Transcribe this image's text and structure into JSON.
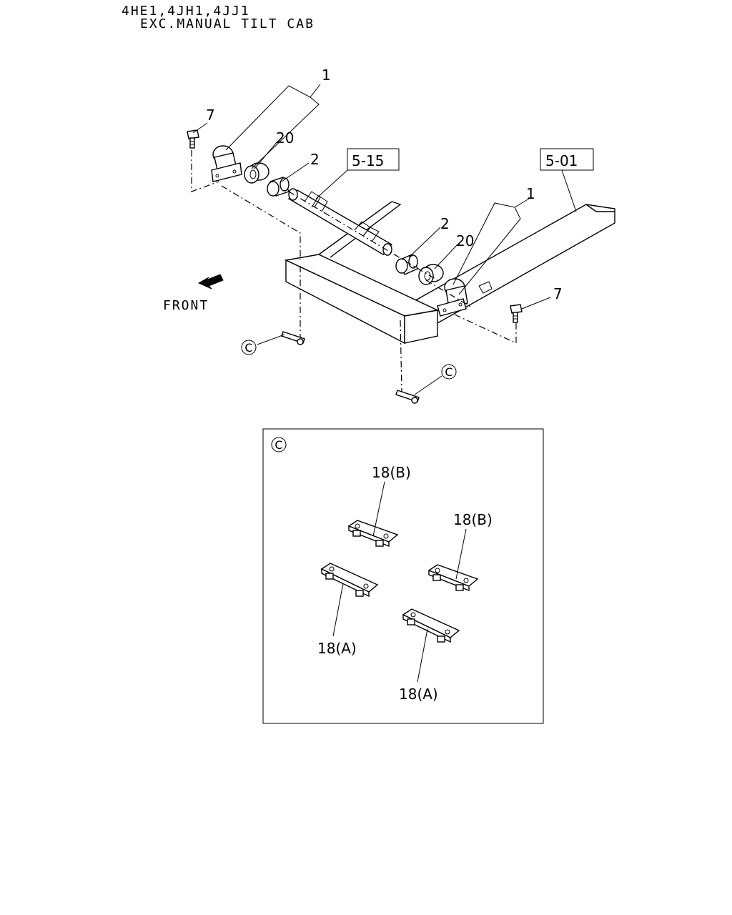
{
  "header": {
    "line1": "4HE1,4JH1,4JJ1",
    "line2": "EXC.MANUAL TILT CAB"
  },
  "labels": {
    "p1_left": "1",
    "p7_left": "7",
    "p20_left": "20",
    "p2_left": "2",
    "ref_515": "5-15",
    "ref_501": "5-01",
    "p1_right": "1",
    "p2_right": "2",
    "p20_right": "20",
    "p7_right": "7",
    "front": "FRONT",
    "c_left": "C",
    "c_right": "C"
  },
  "detail": {
    "marker": "C",
    "top_left": "18(B)",
    "top_right": "18(B)",
    "bottom_left": "18(A)",
    "bottom_right": "18(A)"
  }
}
